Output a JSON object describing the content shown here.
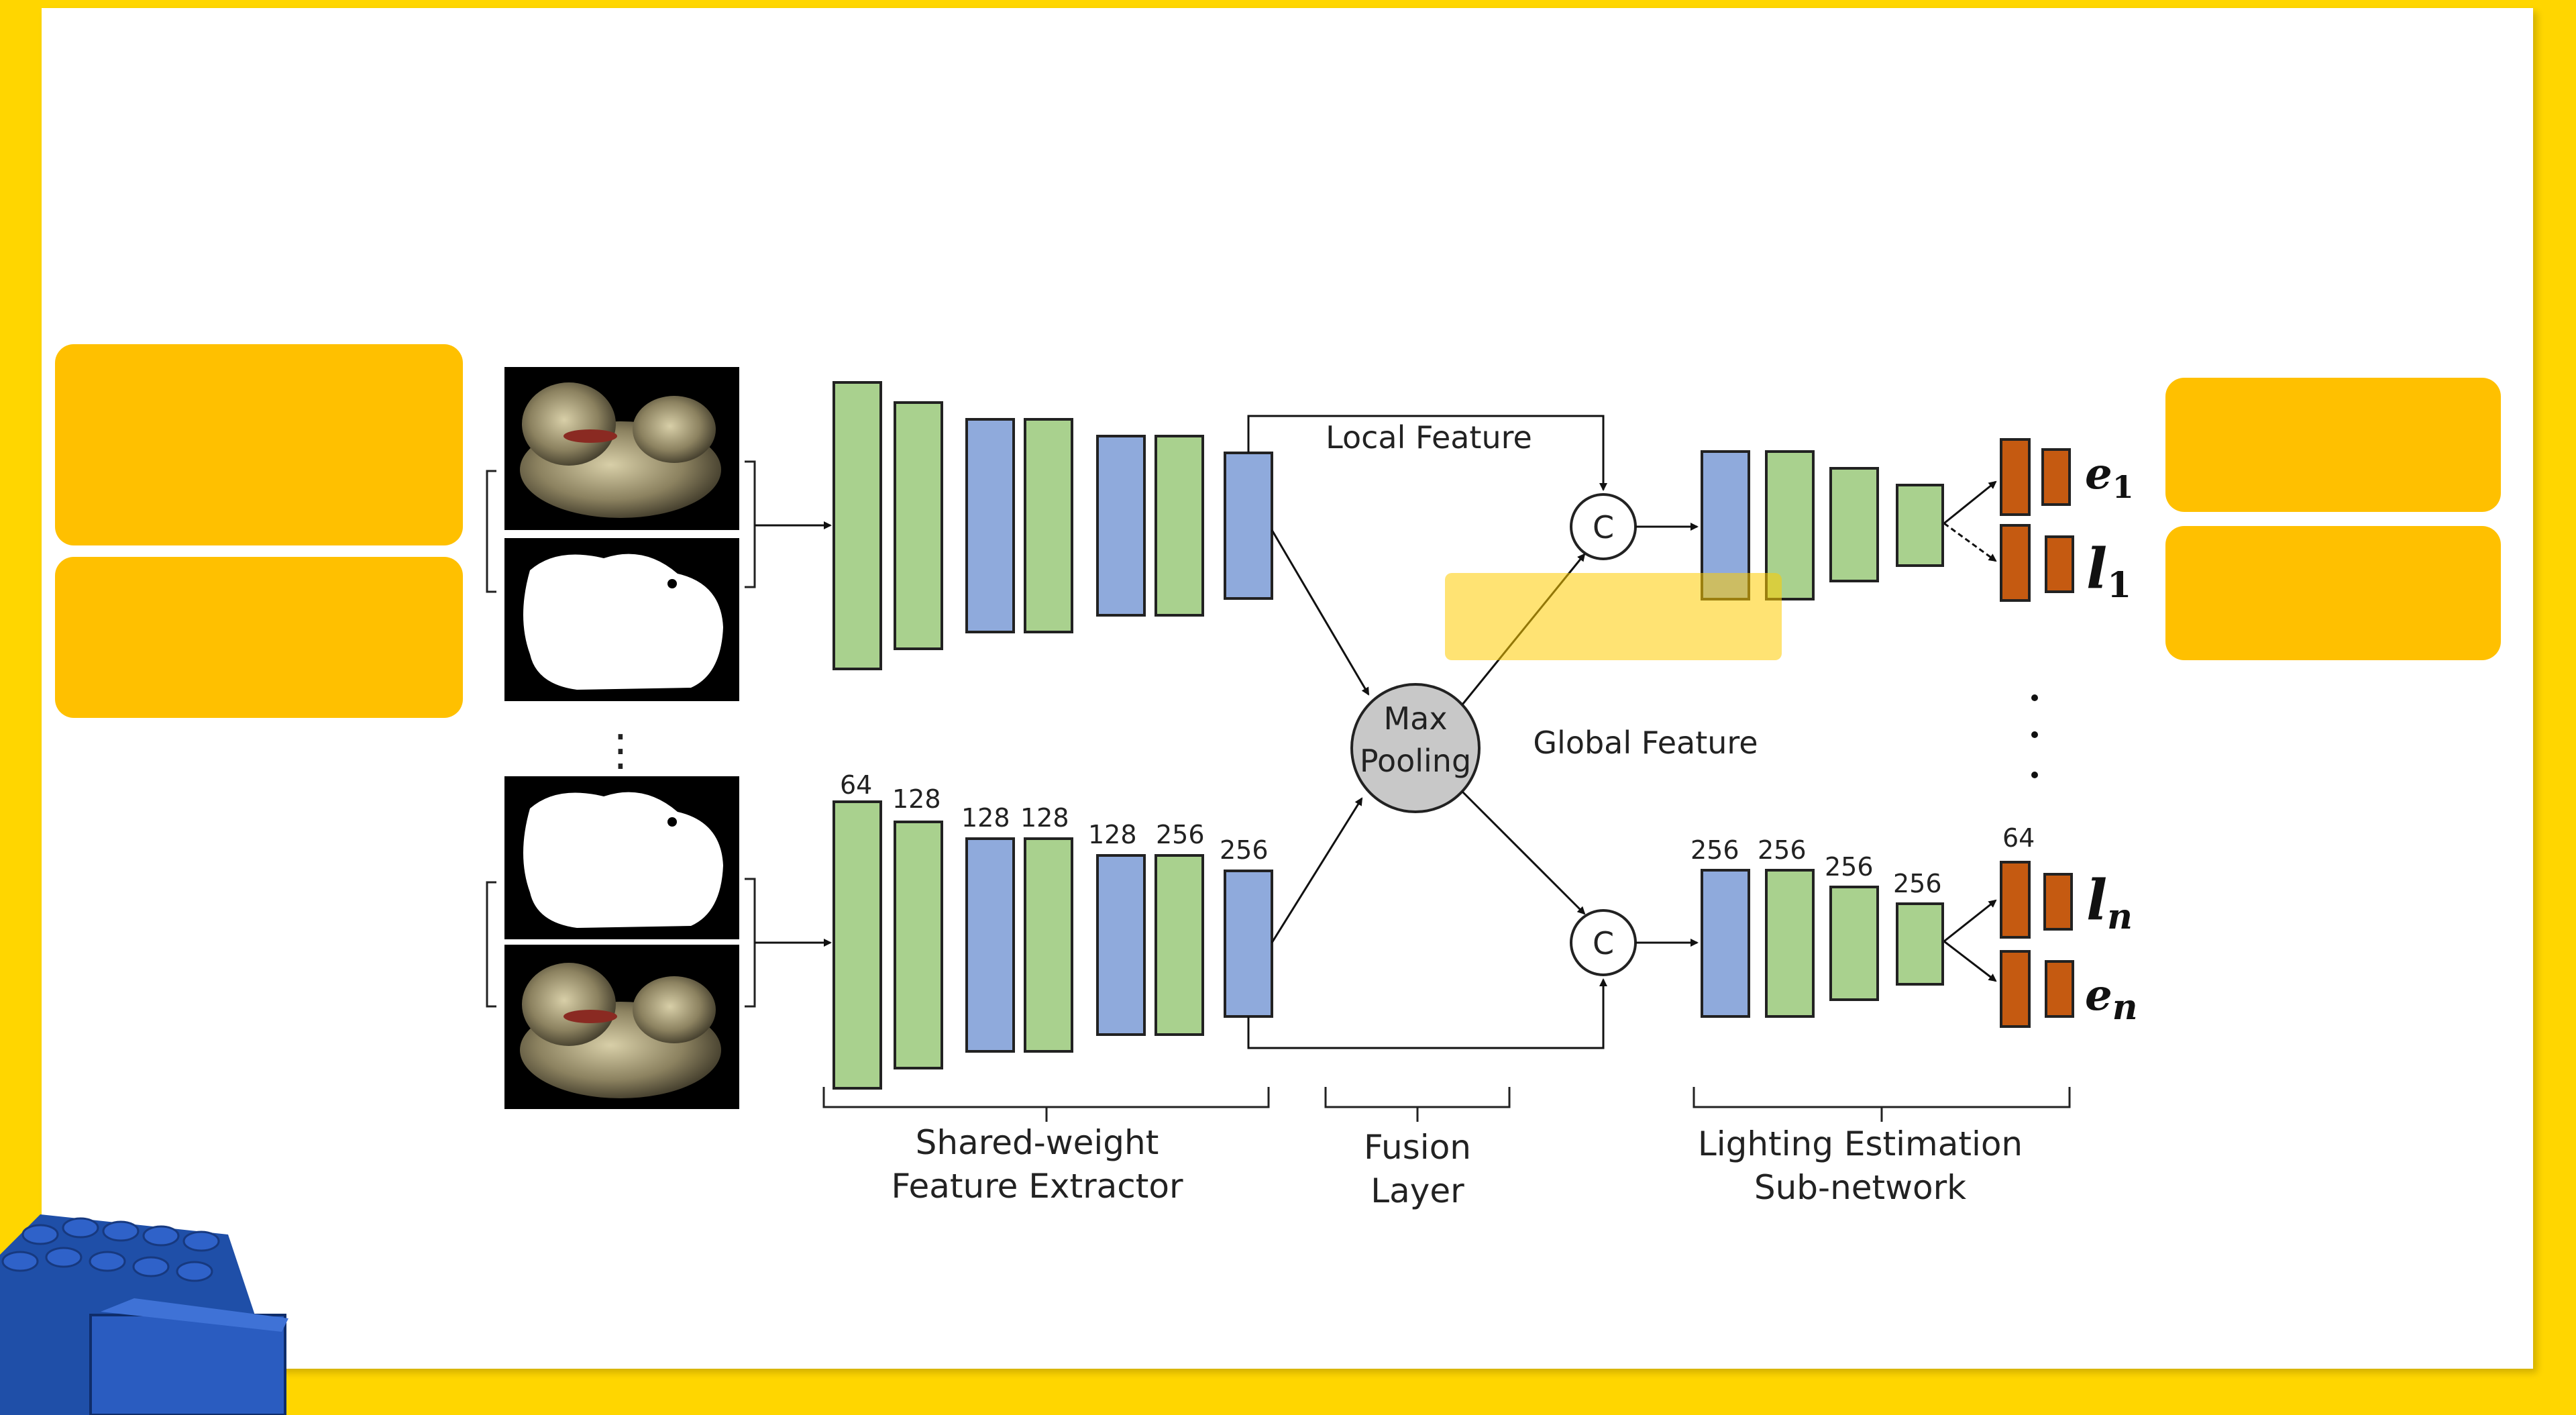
{
  "diagram": {
    "labels": {
      "local_feature": "Local Feature",
      "global_feature": "Global Feature",
      "max_pooling_line1": "Max",
      "max_pooling_line2": "Pooling",
      "concat_symbol": "C",
      "vertical_dots": "⋮"
    },
    "extractor_channels": [
      "64",
      "128",
      "128",
      "128",
      "128",
      "256",
      "256"
    ],
    "subnet_channels": [
      "256",
      "256",
      "256",
      "256"
    ],
    "output_channels": "64",
    "outputs_top": {
      "e": "e",
      "e_sub": "1",
      "l": "l",
      "l_sub": "1"
    },
    "outputs_bottom": {
      "l": "l",
      "l_sub": "n",
      "e": "e",
      "e_sub": "n"
    },
    "sections": [
      {
        "line1": "Shared-weight",
        "line2": "Feature Extractor"
      },
      {
        "line1": "Fusion",
        "line2": "Layer"
      },
      {
        "line1": "Lighting Estimation",
        "line2": "Sub-network"
      }
    ]
  },
  "colors": {
    "green_block": "#a9d18e",
    "blue_block": "#8faadc",
    "orange_block": "#c55a11",
    "pooling_fill": "#c8c8c8",
    "callout": "#ffc000",
    "background": "#ffd600"
  }
}
